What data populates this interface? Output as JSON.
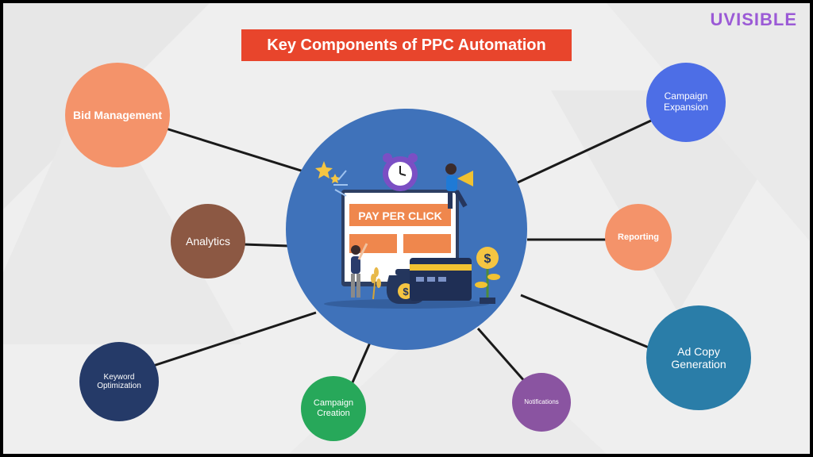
{
  "header": {
    "brand": "UVISIBLE",
    "title": "Key Components of PPC Automation"
  },
  "hub": {
    "label": "PAY PER CLICK"
  },
  "colors": {
    "background": "#efefef",
    "banner": "#e8452c",
    "brand": "#9b5ad6",
    "hub": "#3f72ba",
    "bid_management": "#f4936a",
    "analytics": "#8c5843",
    "keyword_optimization": "#253a68",
    "campaign_creation": "#27a85a",
    "notifications": "#8a54a1",
    "ad_copy_generation": "#2a7da8",
    "reporting": "#f4936a",
    "campaign_expansion": "#4d6ee6"
  },
  "nodes": [
    {
      "id": "bid-management",
      "label": "Bid Management"
    },
    {
      "id": "analytics",
      "label": "Analytics"
    },
    {
      "id": "keyword-optimization",
      "label": "Keyword Optimization"
    },
    {
      "id": "campaign-creation",
      "label": "Campaign Creation"
    },
    {
      "id": "notifications",
      "label": "Notifications"
    },
    {
      "id": "ad-copy-generation",
      "label": "Ad Copy Generation"
    },
    {
      "id": "reporting",
      "label": "Reporting"
    },
    {
      "id": "campaign-expansion",
      "label": "Campaign Expansion"
    }
  ],
  "icons": [
    "clock-icon",
    "megaphone-icon",
    "money-bag-icon",
    "dollar-coin-icon",
    "credit-card-icon",
    "sparkle-icon",
    "plant-icon"
  ]
}
